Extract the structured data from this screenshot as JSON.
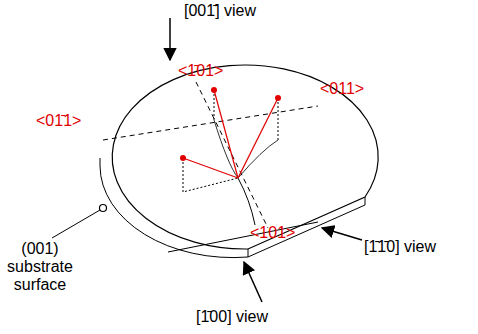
{
  "diagram": {
    "labels": [
      "[001̄] view",
      "<1̄01>",
      "<011>",
      "<01̄1>",
      "<101>",
      "(001) substrate surface",
      "[1̄1̄0] view",
      "[1̄00] view"
    ]
  }
}
